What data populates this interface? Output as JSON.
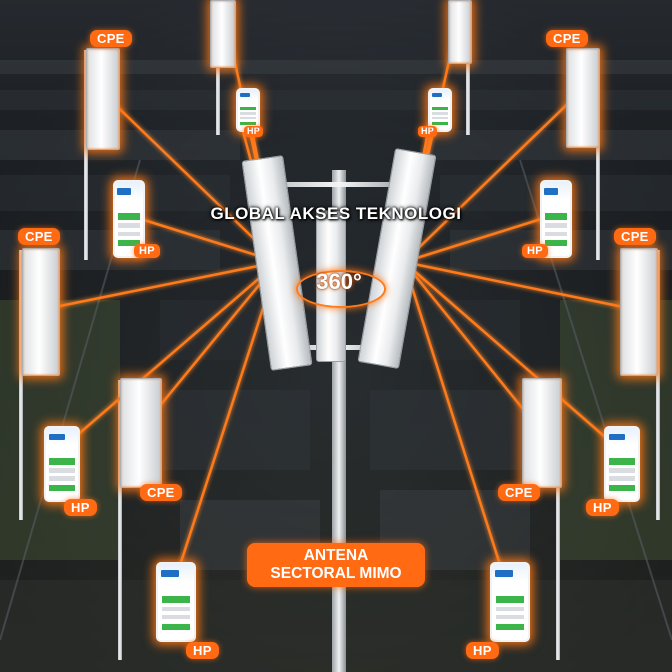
{
  "title": "GLOBAL AKSES TEKNOLOGI",
  "center_badge": "360°",
  "antenna_label": {
    "line1": "ANTENA",
    "line2": "SECTORAL MIMO"
  },
  "device_tags": {
    "cpe": "CPE",
    "hp": "HP"
  },
  "colors": {
    "accent": "#ff6a13",
    "signal_ray": "#ff7a1a",
    "panel": "#ffffff",
    "phone_app_green": "#3bb54a",
    "phone_app_blue": "#1f6fc4"
  },
  "icons": {
    "cpe_device": "outdoor-cpe-panel",
    "phone_device": "smartphone-with-app",
    "tower": "sectoral-antenna-tower"
  }
}
